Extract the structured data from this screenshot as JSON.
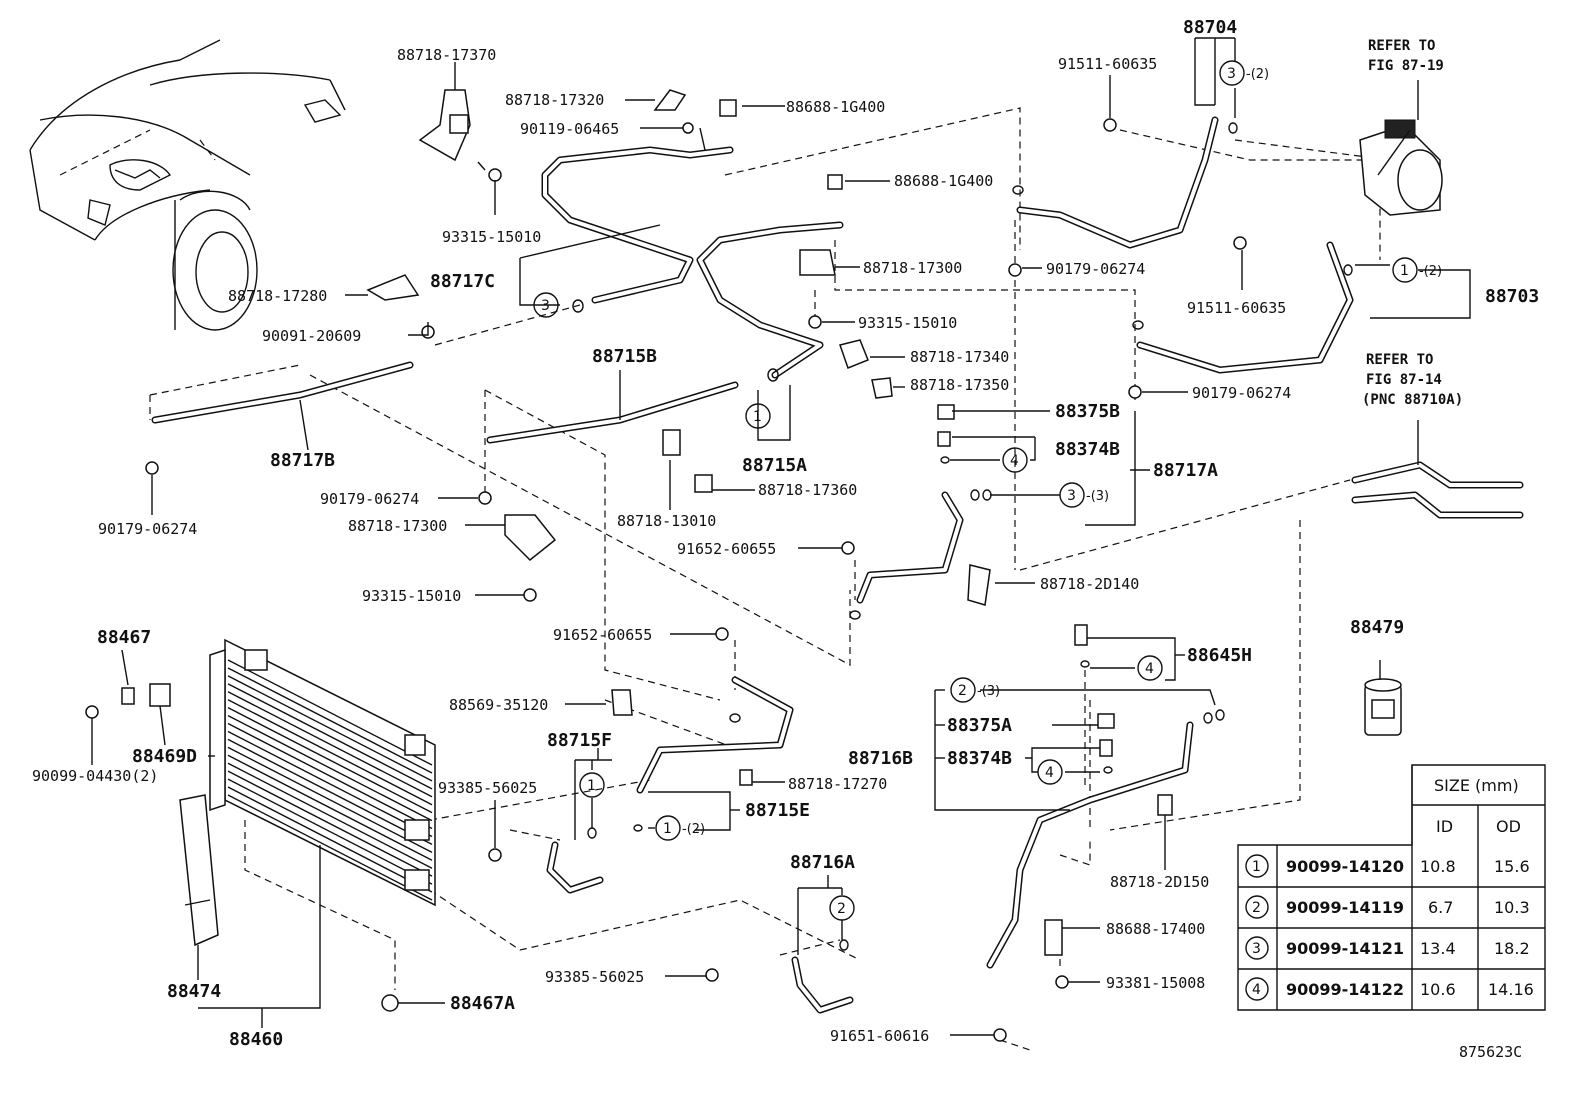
{
  "labels": {
    "p88718_17370": "88718-17370",
    "p88718_17320": "88718-17320",
    "p90119_06465": "90119-06465",
    "p88688_1G400_a": "88688-1G400",
    "p88688_1G400_b": "88688-1G400",
    "p93315_15010_a": "93315-15010",
    "p88718_17300_a": "88718-17300",
    "p88717C": "88717C",
    "p88718_17280": "88718-17280",
    "p90091_20609": "90091-20609",
    "p93315_15010_b": "93315-15010",
    "p88718_17340": "88718-17340",
    "p88718_17350": "88718-17350",
    "p88715B": "88715B",
    "p88717B": "88717B",
    "p90179_06274_a": "90179-06274",
    "p90179_06274_b": "90179-06274",
    "p88715A": "88715A",
    "p88718_13010": "88718-13010",
    "p88718_17360": "88718-17360",
    "p88718_17300_b": "88718-17300",
    "p93315_15010_c": "93315-15010",
    "p91652_60655_a": "91652-60655",
    "p91652_60655_b": "91652-60655",
    "p88704": "88704",
    "p91511_60635_a": "91511-60635",
    "p91511_60635_b": "91511-60635",
    "p90179_06274_c": "90179-06274",
    "p90179_06274_d": "90179-06274",
    "p88703": "88703",
    "p88375B": "88375B",
    "p88374B_a": "88374B",
    "p88717A": "88717A",
    "p88718_2D140": "88718-2D140",
    "p88467": "88467",
    "p88469D": "88469D",
    "p90099_04430": "90099-04430(2)",
    "p88569_35120": "88569-35120",
    "p88715F": "88715F",
    "p93385_56025_a": "93385-56025",
    "p88718_17270": "88718-17270",
    "p88715E": "88715E",
    "p88645H": "88645H",
    "p88375A": "88375A",
    "p88716B": "88716B",
    "p88374B_b": "88374B",
    "p88718_2D150": "88718-2D150",
    "p88716A": "88716A",
    "p93385_56025_b": "93385-56025",
    "p88688_17400": "88688-17400",
    "p93381_15008": "93381-15008",
    "p91651_60616": "91651-60616",
    "p88474": "88474",
    "p88467A": "88467A",
    "p88460": "88460",
    "p88479": "88479",
    "diagram_code": "875623C"
  },
  "references": {
    "refer1_line1": "REFER TO",
    "refer1_line2": "FIG 87-19",
    "refer2_line1": "REFER TO",
    "refer2_line2": "FIG 87-14",
    "refer2_line3": "(PNC 88710A)"
  },
  "callouts": {
    "qty2": "-(2)",
    "qty3": "-(3)",
    "n1": "1",
    "n2": "2",
    "n3": "3",
    "n4": "4"
  },
  "size_table": {
    "header": "SIZE (mm)",
    "col_id": "ID",
    "col_od": "OD",
    "rows": [
      {
        "num": "1",
        "part": "90099-14120",
        "id": "10.8",
        "od": "15.6"
      },
      {
        "num": "2",
        "part": "90099-14119",
        "id": "6.7",
        "od": "10.3"
      },
      {
        "num": "3",
        "part": "90099-14121",
        "id": "13.4",
        "od": "18.2"
      },
      {
        "num": "4",
        "part": "90099-14122",
        "id": "10.6",
        "od": "14.16"
      }
    ]
  }
}
